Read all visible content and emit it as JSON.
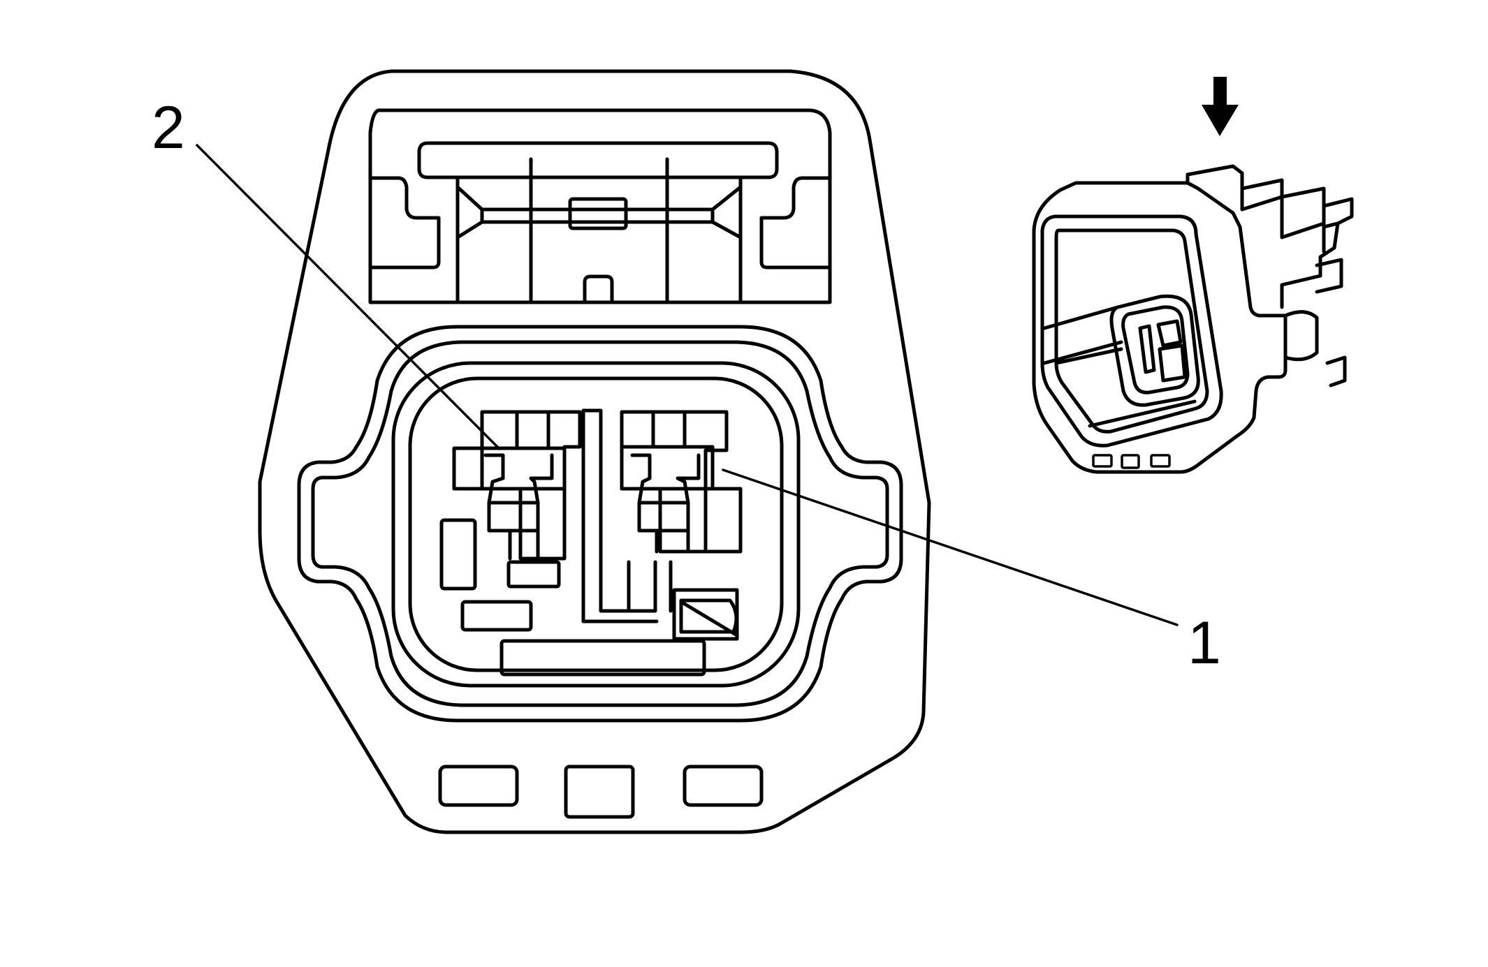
{
  "callouts": [
    {
      "id": "1",
      "text": "1"
    },
    {
      "id": "2",
      "text": "2"
    }
  ],
  "icons": {
    "view_direction": "arrow-down-icon",
    "main_view": "connector-face-view",
    "inset_view": "connector-isometric-view"
  },
  "colors": {
    "line": "#000000",
    "background": "#ffffff"
  }
}
